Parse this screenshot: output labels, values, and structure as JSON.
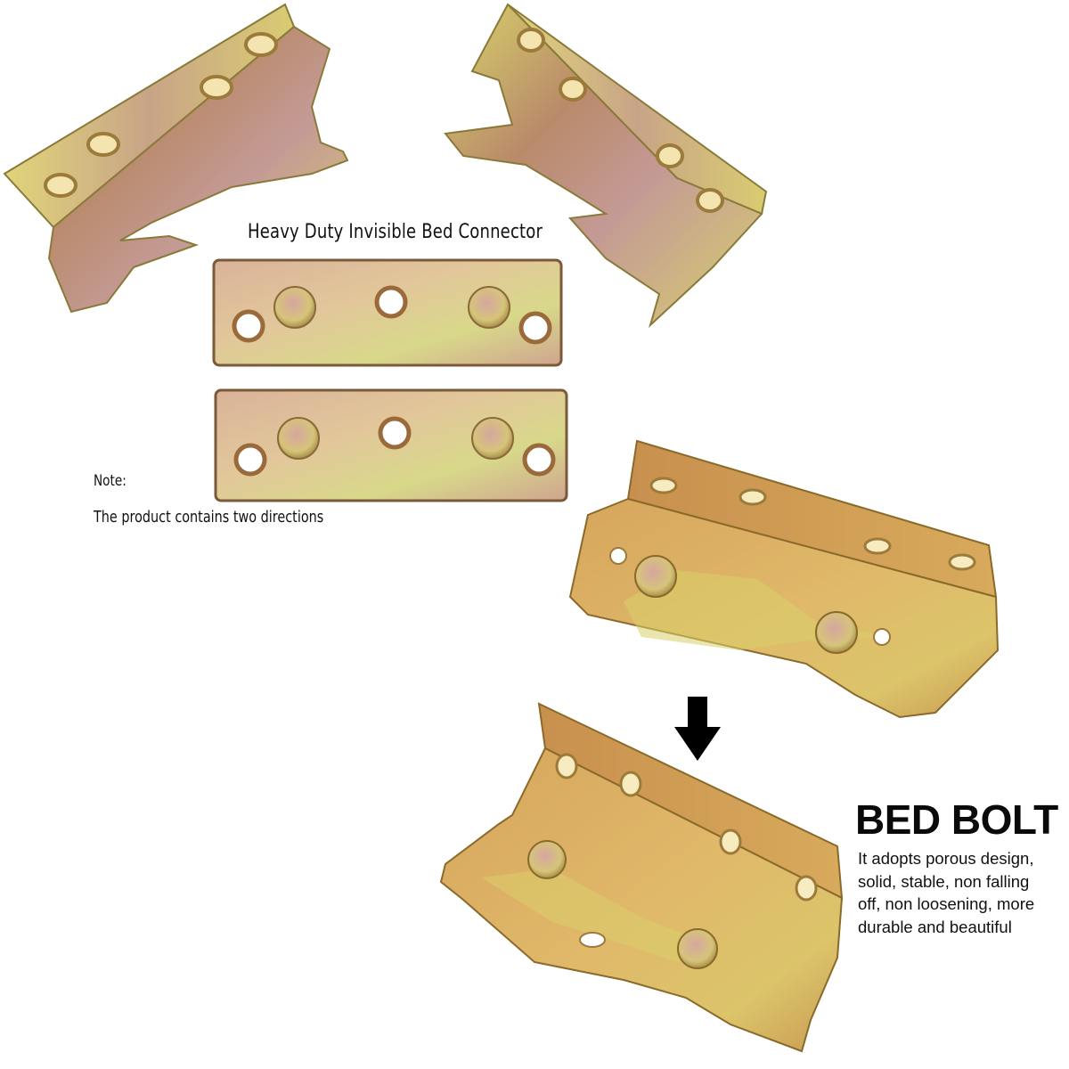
{
  "product": {
    "title": "Heavy Duty Invisible Bed Connector",
    "note_label": "Note:",
    "note_text": "The product contains two directions"
  },
  "feature": {
    "heading": "BED BOLT",
    "description_lines": [
      "It adopts porous design,",
      "solid, stable, non falling",
      "off, non loosening, more",
      "durable and beautiful"
    ]
  },
  "icons": {
    "arrow": "arrow-down-icon"
  },
  "colors": {
    "background": "#ffffff",
    "metal_gold": "#d9b25a",
    "metal_green": "#c9c85a",
    "metal_rose": "#c79a8c",
    "text": "#111111",
    "arrow": "#000000"
  }
}
